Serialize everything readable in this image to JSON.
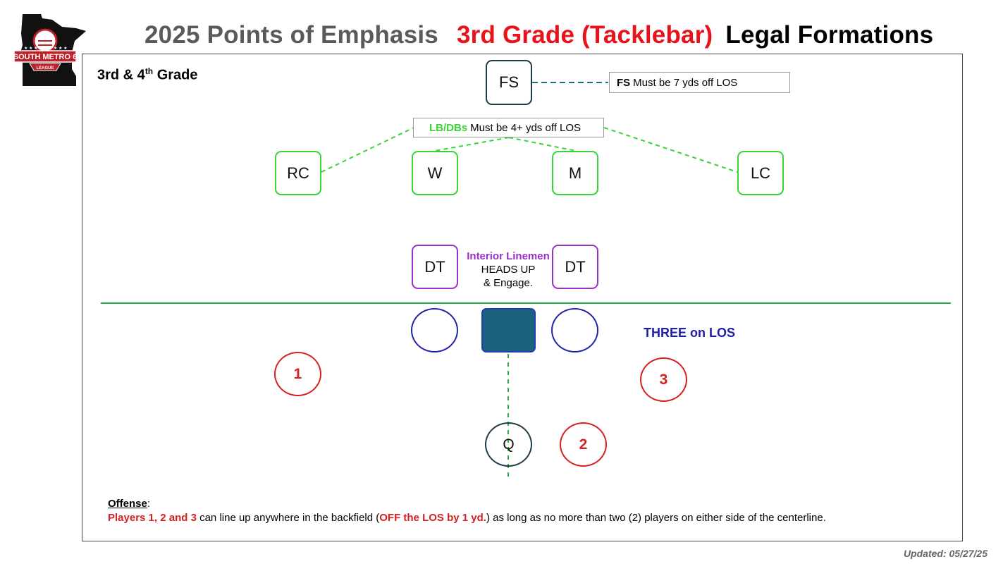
{
  "header": {
    "title_part1": "2025 Points of Emphasis",
    "title_part2": "3rd Grade (Tacklebar)",
    "title_part3": "Legal Formations"
  },
  "logo": {
    "name_line1": "SOUTH METRO 6",
    "name_line2": "LEAGUE"
  },
  "grade_label": {
    "prefix": "3rd & 4",
    "sup": "th",
    "suffix": " Grade"
  },
  "defense": {
    "fs": "FS",
    "fs_note_bold": "FS",
    "fs_note_text": "Must be 7 yds off LOS",
    "lb_note_bold": "LB/DBs",
    "lb_note_text": "Must be 4+ yds off LOS",
    "rc": "RC",
    "w": "W",
    "m": "M",
    "lc": "LC",
    "dt_left": "DT",
    "dt_right": "DT",
    "interior_line1": "Interior Linemen",
    "interior_line2": "HEADS UP",
    "interior_line3": "& Engage."
  },
  "offense_field": {
    "three_on_los": "THREE on LOS",
    "player1": "1",
    "player2": "2",
    "player3": "3",
    "qb": "Q"
  },
  "offense_note": {
    "heading": "Offense",
    "colon": ":",
    "red1": "Players 1, 2 and 3",
    "text1": " can line up anywhere in the backfield (",
    "red2": "OFF the LOS by 1 yd.",
    "text2": ") as long as no more than two (2) players on either side of the centerline."
  },
  "footer": {
    "updated": "Updated: 05/27/25"
  },
  "colors": {
    "title_gray": "#5a5a5a",
    "title_red": "#e8121b",
    "linebacker_green": "#37d337",
    "lineman_purple": "#9b30c9",
    "offense_blue": "#2222aa",
    "player_red": "#d62020",
    "center_fill": "#1b617e",
    "los_line": "#2aa84a"
  }
}
